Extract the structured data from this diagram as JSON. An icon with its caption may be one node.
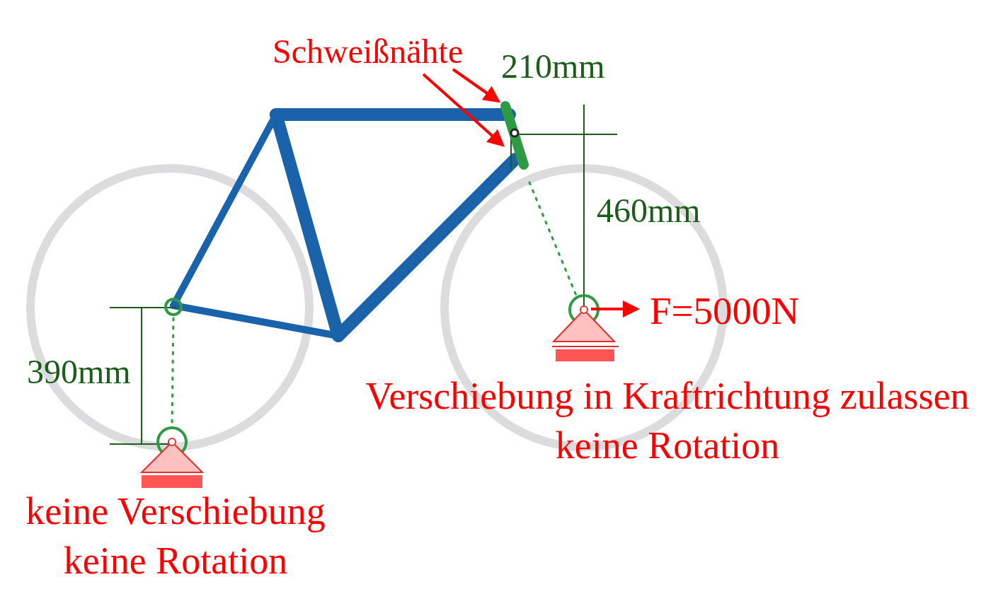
{
  "diagram": {
    "nodes": [
      {
        "text": [
          "Schweißnähte"
        ]
      },
      {
        "text": [],
        "shape": "bar"
      }
    ],
    "edges": [
      {
        "from": 0,
        "to": 1,
        "arrow": "to"
      },
      {
        "from": 0,
        "to": 1,
        "arrow": "to"
      }
    ],
    "labels": [
      "210mm",
      "460mm",
      "F=5000N",
      "390mm",
      "Verschiebung in Kraftrichtung zulassen keine Rotation",
      "keine Verschiebung keine Rotation"
    ]
  }
}
